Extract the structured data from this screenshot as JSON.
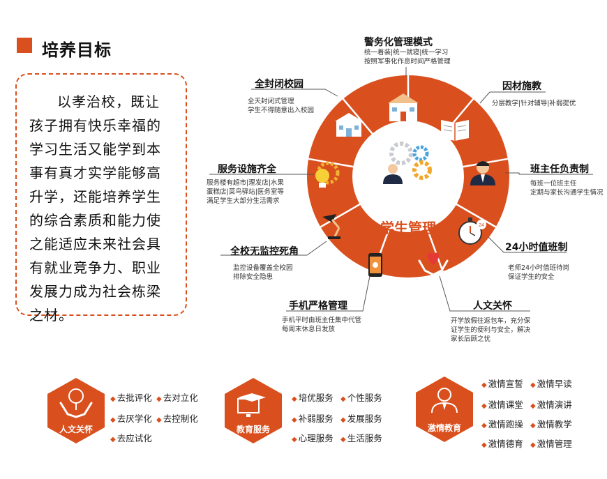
{
  "section": {
    "title": "培养目标"
  },
  "goal": {
    "text": "以孝治校，既让孩子拥有快乐幸福的学习生活又能学到本事有真才实学能够高升学，还能培养学生的综合素质和能力使之能适应未来社会具有就业竞争力、职业发展力成为社会栋梁之材。"
  },
  "center": {
    "label": "学生管理"
  },
  "callouts": {
    "police": {
      "title": "警务化管理模式",
      "lines": [
        "统一着装|统一就寝|统一学习",
        "按照军事化作息时间严格管理"
      ]
    },
    "teach": {
      "title": "因材施教",
      "lines": [
        "分层教学|针对辅导|补弱提优"
      ]
    },
    "headteacher": {
      "title": "班主任负责制",
      "lines": [
        "每班一位班主任",
        "定期与家长沟通学生情况"
      ]
    },
    "duty": {
      "title": "24小时值班制",
      "lines": [
        "老师24小时值班待岗",
        "保证学生的安全"
      ]
    },
    "humanity": {
      "title": "人文关怀",
      "lines": [
        "开学放假往返包车，充分保",
        "证学生的便利与安全，解决",
        "家长后顾之忧"
      ]
    },
    "phone": {
      "title": "手机严格管理",
      "lines": [
        "手机平时由班主任集中代管",
        "每周末休息日发放"
      ]
    },
    "monitor": {
      "title": "全校无监控死角",
      "lines": [
        "监控设备覆盖全校园",
        "排除安全隐患"
      ]
    },
    "service": {
      "title": "服务设施齐全",
      "lines": [
        "服务楼有超市|理发店|水果",
        "蛋糕店|菜鸟驿站|医务室等",
        "满足学生大部分生活需求"
      ]
    },
    "closed": {
      "title": "全封闭校园",
      "lines": [
        "全天封闭式管理",
        "学生不得随意出入校园"
      ]
    }
  },
  "bottom": {
    "humanity": {
      "label": "人文关怀",
      "items": [
        "去批评化",
        "去对立化",
        "去厌学化",
        "去控制化",
        "去应试化"
      ]
    },
    "education": {
      "label": "教育服务",
      "items": [
        "培优服务",
        "个性服务",
        "补弱服务",
        "发展服务",
        "心理服务",
        "生活服务"
      ]
    },
    "passion": {
      "label": "激情教育",
      "items": [
        "激情宣誓",
        "激情早读",
        "激情课堂",
        "激情演讲",
        "激情跑操",
        "激情教学",
        "激情德育",
        "激情管理"
      ]
    }
  },
  "colors": {
    "accent": "#d9501e",
    "ring_inner": "#ffffff"
  },
  "icons": [
    "school-building-icon",
    "book-icon",
    "teacher-avatar-icon",
    "stopwatch-icon",
    "heart-hands-icon",
    "smartphone-icon",
    "desk-lamp-icon",
    "lightbulb-gear-icon",
    "school-gate-icon",
    "student-gears-icon",
    "graduation-cap-icon"
  ]
}
